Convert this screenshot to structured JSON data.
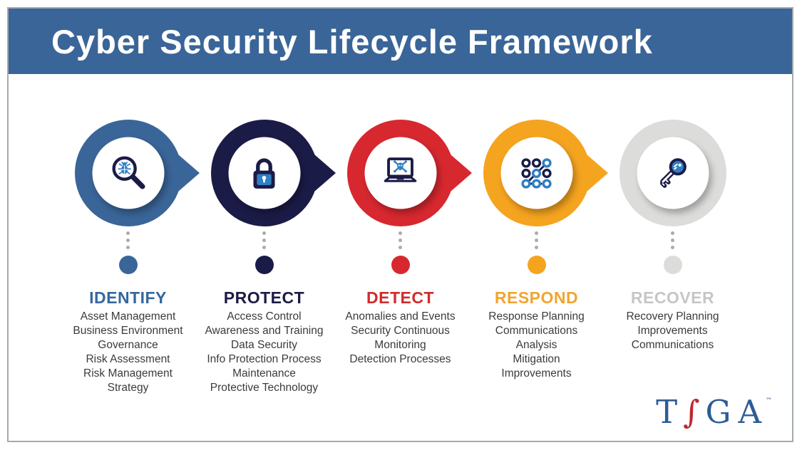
{
  "header": {
    "title": "Cyber Security Lifecycle Framework",
    "background": "#3A6598",
    "text_color": "#FFFFFF"
  },
  "stages": [
    {
      "name": "IDENTIFY",
      "ring_color": "#3A6598",
      "title_color": "#35689E",
      "icon": "bug-magnifier-icon",
      "has_arrow": true,
      "lines": [
        "Asset Management",
        "Business Environment",
        "Governance",
        "Risk Assessment",
        "Risk Management",
        "Strategy"
      ]
    },
    {
      "name": "PROTECT",
      "ring_color": "#1B1B47",
      "title_color": "#1B1B47",
      "icon": "padlock-icon",
      "has_arrow": true,
      "lines": [
        "Access Control",
        "Awareness and Training",
        "Data Security",
        "Info Protection Process",
        "Maintenance",
        "Protective Technology"
      ]
    },
    {
      "name": "DETECT",
      "ring_color": "#D7282F",
      "title_color": "#D12C2C",
      "icon": "laptop-skull-icon",
      "has_arrow": true,
      "lines": [
        "Anomalies and Events",
        "Security Continuous",
        "Monitoring",
        "Detection Processes"
      ]
    },
    {
      "name": "RESPOND",
      "ring_color": "#F5A41F",
      "title_color": "#F2A431",
      "icon": "pattern-lock-icon",
      "has_arrow": true,
      "lines": [
        "Response Planning",
        "Communications",
        "Analysis",
        "Mitigation",
        "Improvements"
      ]
    },
    {
      "name": "RECOVER",
      "ring_color": "#DCDCDA",
      "title_color": "#C6C7C5",
      "icon": "key-icon",
      "has_arrow": false,
      "lines": [
        "Recovery Planning",
        "Improvements",
        "Communications"
      ]
    }
  ],
  "logo": {
    "letters": [
      "T",
      "∫",
      "G",
      "A"
    ],
    "trademark": "™",
    "blue": "#2D5C96",
    "red": "#C0272D"
  },
  "palette": {
    "icon_navy": "#1B1B47",
    "icon_blue": "#2F7FC4",
    "list_text": "#3B3B3B",
    "connector_dot": "#ABABAB",
    "frame_border": "#A3ABAF"
  }
}
